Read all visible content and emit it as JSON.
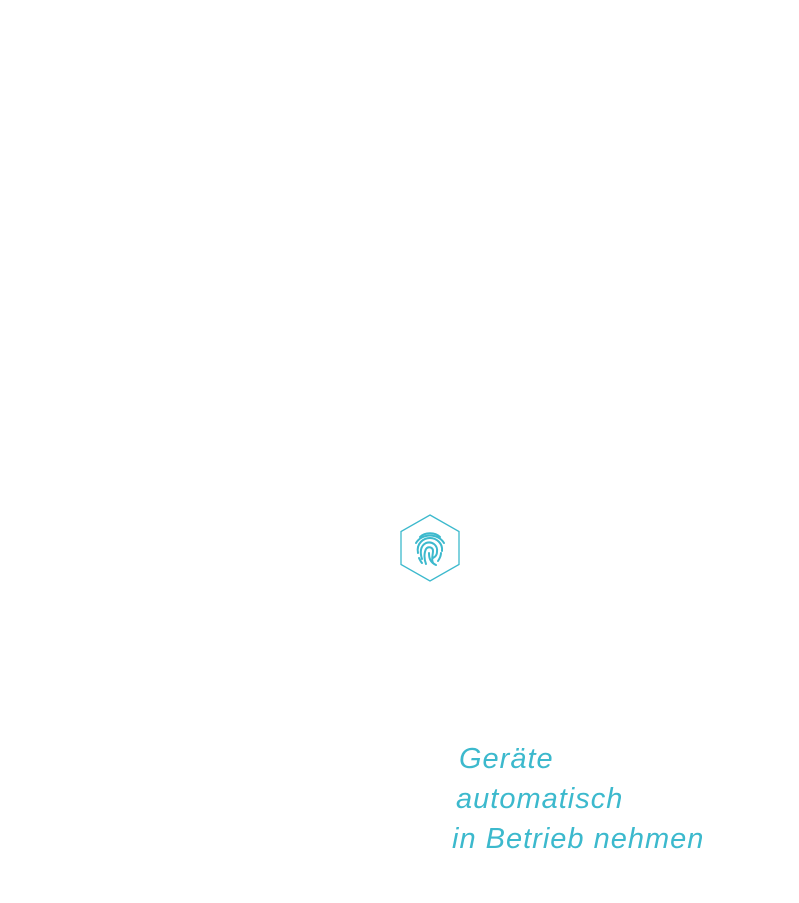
{
  "colors": {
    "accent": "#3cb9cd",
    "background": "#ffffff"
  },
  "icon": {
    "name": "fingerprint-hexagon-icon"
  },
  "caption": {
    "line1": "Geräte",
    "line2": "automatisch",
    "line3": "in Betrieb nehmen"
  }
}
